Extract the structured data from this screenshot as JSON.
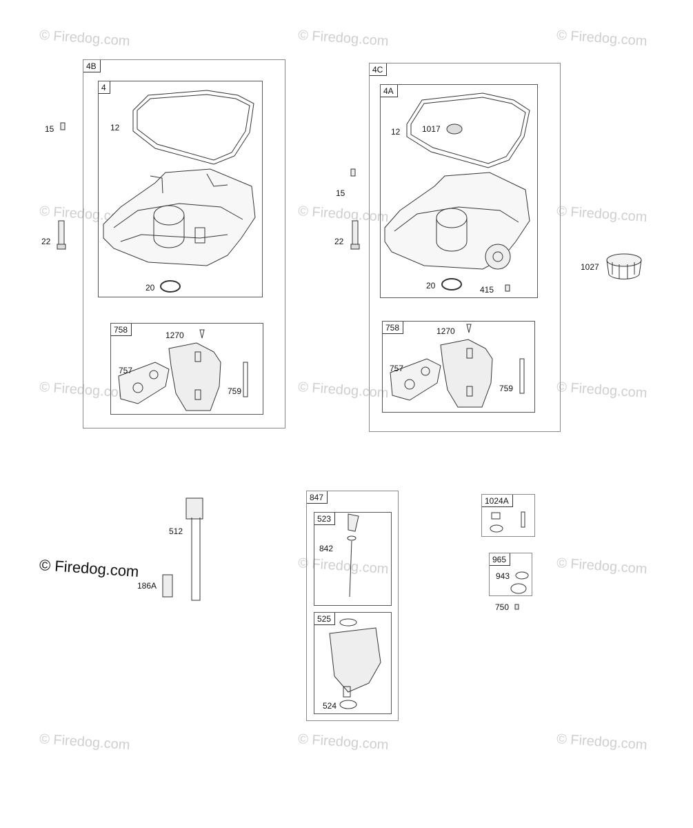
{
  "watermark": {
    "text": "© Firedog.com",
    "prominent_text": "© Firedog.com"
  },
  "groups": {
    "g4B": {
      "tag": "4B"
    },
    "g4": {
      "tag": "4"
    },
    "g758a": {
      "tag": "758"
    },
    "g4C": {
      "tag": "4C"
    },
    "g4A": {
      "tag": "4A"
    },
    "g758b": {
      "tag": "758"
    },
    "g847": {
      "tag": "847"
    },
    "g523": {
      "tag": "523"
    },
    "g525": {
      "tag": "525"
    },
    "g1024A": {
      "tag": "1024A"
    },
    "g965": {
      "tag": "965"
    }
  },
  "labels": {
    "l15a": "15",
    "l12a": "12",
    "l22a": "22",
    "l20a": "20",
    "l1270a": "1270",
    "l757a": "757",
    "l759a": "759",
    "l12b": "12",
    "l1017": "1017",
    "l15b": "15",
    "l22b": "22",
    "l20b": "20",
    "l415": "415",
    "l1027": "1027",
    "l1270b": "1270",
    "l757b": "757",
    "l759b": "759",
    "l512": "512",
    "l186A": "186A",
    "l842": "842",
    "l524": "524",
    "l943": "943",
    "l750": "750"
  }
}
